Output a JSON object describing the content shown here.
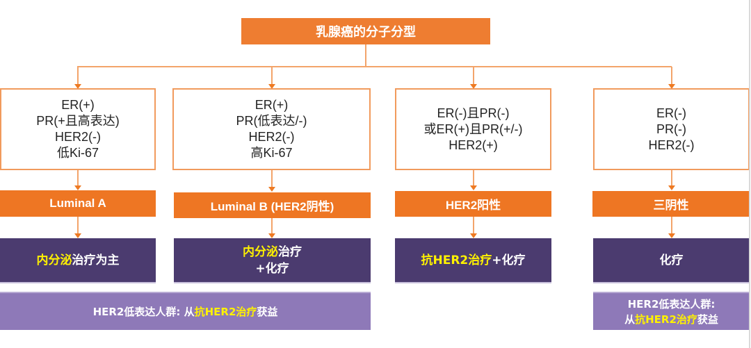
{
  "title": "乳腺癌的分子分型",
  "colors": {
    "orange": "#ee7623",
    "dark_purple": "#4b3b6f",
    "light_purple": "#8e79b8",
    "highlight_yellow": "#fff200",
    "connector": "#f3a46a"
  },
  "subtypes": [
    {
      "criteria": [
        "ER(+)",
        "PR(+且高表达)",
        "HER2(-)",
        "低Ki-67"
      ],
      "name": "Luminal A",
      "treatment": {
        "line1": [
          {
            "text": "内分泌",
            "highlight": true
          },
          {
            "text": "治疗为主",
            "highlight": false
          }
        ],
        "line2": []
      }
    },
    {
      "criteria": [
        "ER(+)",
        "PR(低表达/-)",
        "HER2(-)",
        "高Ki-67"
      ],
      "name": "Luminal B (HER2阴性)",
      "treatment": {
        "line1": [
          {
            "text": "内分泌",
            "highlight": true
          },
          {
            "text": "治疗",
            "highlight": false
          }
        ],
        "line2": [
          {
            "text": "+化疗",
            "highlight": false
          }
        ]
      }
    },
    {
      "criteria": [
        "ER(-)且PR(-)",
        "或ER(+)且PR(+/-)",
        "HER2(+)"
      ],
      "name": "HER2阳性",
      "treatment": {
        "line1": [
          {
            "text": "抗HER2治疗",
            "highlight": true
          },
          {
            "text": "+化疗",
            "highlight": false
          }
        ],
        "line2": []
      }
    },
    {
      "criteria": [
        "ER(-)",
        "PR(-)",
        "HER2(-)"
      ],
      "name": "三阴性",
      "treatment": {
        "line1": [
          {
            "text": "化疗",
            "highlight": false
          }
        ],
        "line2": []
      }
    }
  ],
  "her2_low_notes": [
    {
      "line1": [
        {
          "text": "HER2低表达人群: 从",
          "highlight": false
        },
        {
          "text": "抗HER2治疗",
          "highlight": true
        },
        {
          "text": "获益",
          "highlight": false
        }
      ],
      "line2": []
    },
    {
      "line1": [
        {
          "text": "HER2低表达人群:",
          "highlight": false
        }
      ],
      "line2": [
        {
          "text": "从",
          "highlight": false
        },
        {
          "text": "抗HER2治疗",
          "highlight": true
        },
        {
          "text": "获益",
          "highlight": false
        }
      ]
    }
  ]
}
